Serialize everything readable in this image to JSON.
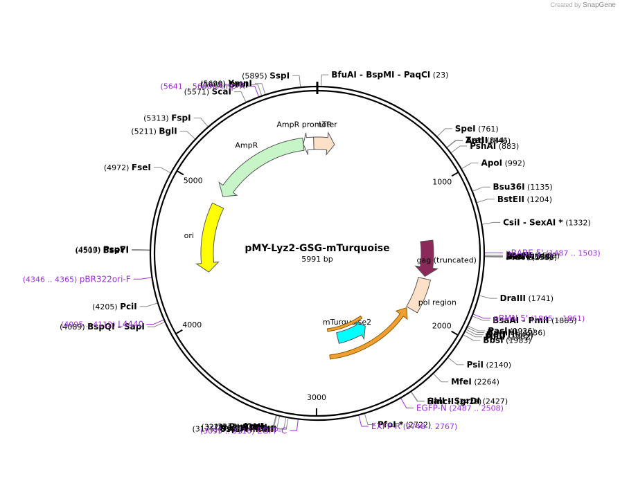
{
  "watermark": {
    "created_by": "Created by",
    "brand": "SnapGene"
  },
  "plasmid": {
    "name": "pMY-Lyz2-GSG-mTurquoise",
    "length_label": "5991 bp",
    "length": 5991
  },
  "colors": {
    "primer": "#9b30d6",
    "enzyme": "#000000",
    "ampr": "#c8f5c8",
    "ltr": "#fde0c8",
    "ori": "#ffff00",
    "gag": "#8b2a5a",
    "pol": "#fde0c8",
    "mturq": "#00ffff",
    "promoter": "#ffffff"
  },
  "ticks": [
    {
      "label": "1000",
      "pos": 1000
    },
    {
      "label": "2000",
      "pos": 2000
    },
    {
      "label": "3000",
      "pos": 3000
    },
    {
      "label": "4000",
      "pos": 4000
    },
    {
      "label": "5000",
      "pos": 5000
    }
  ],
  "features": [
    {
      "name": "LTR",
      "start": 5960,
      "end": 150,
      "dir": 1,
      "ring": 0,
      "color": "#fde0c8"
    },
    {
      "name": "AmpR promoter",
      "start": 5870,
      "end": 5960,
      "dir": -1,
      "ring": 0,
      "color": "#ffffff"
    },
    {
      "name": "AmpR",
      "start": 5010,
      "end": 5870,
      "dir": -1,
      "ring": 0,
      "color": "#c8f5c8"
    },
    {
      "name": "ori",
      "start": 4330,
      "end": 4920,
      "dir": -1,
      "ring": 0,
      "color": "#ffff00"
    },
    {
      "name": "gag (truncated)",
      "start": 1390,
      "end": 1700,
      "dir": 1,
      "ring": 0,
      "color": "#8b2a5a"
    },
    {
      "name": "pol region",
      "start": 1720,
      "end": 2010,
      "dir": 0,
      "ring": 0,
      "color": "#fde0c8"
    },
    {
      "name": "mTurquoise2",
      "start": 2440,
      "end": 2770,
      "dir": -1,
      "ring": 1,
      "color": "#00ffff"
    }
  ],
  "enzymes": [
    {
      "name": "SspI",
      "pos": "5895",
      "label": "(5895)"
    },
    {
      "name": "BfuAI - BspMI - PaqCI",
      "pos": "23",
      "label": "(23)"
    },
    {
      "name": "XmnI",
      "pos": "5690",
      "label": "(5690)"
    },
    {
      "name": "DraI",
      "pos": "5668",
      "label": "(5668)"
    },
    {
      "name": "ScaI",
      "pos": "5571",
      "label": "(5571)"
    },
    {
      "name": "FspI",
      "pos": "5313",
      "label": "(5313)"
    },
    {
      "name": "BglI",
      "pos": "5211",
      "label": "(5211)"
    },
    {
      "name": "FseI",
      "pos": "4972",
      "label": "(4972)"
    },
    {
      "name": "PspFI",
      "pos": "4513",
      "label": "(4513)"
    },
    {
      "name": "BseYI",
      "pos": "4509",
      "label": "(4509)"
    },
    {
      "name": "PciI",
      "pos": "4205",
      "label": "(4205)"
    },
    {
      "name": "BspQI - SapI",
      "pos": "4089",
      "label": "(4089)"
    },
    {
      "name": "ApaI",
      "pos": "3233",
      "label": "(3233)"
    },
    {
      "name": "PspOMI",
      "pos": "3229",
      "label": "(3229)"
    },
    {
      "name": "BstXI",
      "pos": "3212",
      "label": "(3212)"
    },
    {
      "name": "BspDI - ClaI",
      "pos": "3175",
      "label": "(3175)"
    },
    {
      "name": "HindIII",
      "pos": "3162",
      "label": "(3162)"
    },
    {
      "name": "SpeI",
      "pos": "761",
      "label": "(761)"
    },
    {
      "name": "ZraI",
      "pos": "844",
      "label": "(844)"
    },
    {
      "name": "AatII",
      "pos": "846",
      "label": "(846)"
    },
    {
      "name": "PshAI",
      "pos": "883",
      "label": "(883)"
    },
    {
      "name": "ApoI",
      "pos": "992",
      "label": "(992)"
    },
    {
      "name": "Bsu36I",
      "pos": "1135",
      "label": "(1135)"
    },
    {
      "name": "BstEII",
      "pos": "1204",
      "label": "(1204)"
    },
    {
      "name": "CsiI - SexAI *",
      "pos": "1332",
      "label": "(1332)"
    },
    {
      "name": "EcoNI",
      "pos": "1509",
      "label": "(1509)"
    },
    {
      "name": "KasI",
      "pos": "1514",
      "label": "(1514)"
    },
    {
      "name": "NarI",
      "pos": "1515",
      "label": "(1515)"
    },
    {
      "name": "SfoI",
      "pos": "1516",
      "label": "(1516)"
    },
    {
      "name": "PluTI",
      "pos": "1518",
      "label": "(1518)"
    },
    {
      "name": "DraIII",
      "pos": "1741",
      "label": "(1741)"
    },
    {
      "name": "BsaAI - PmlI",
      "pos": "1865",
      "label": "(1865)"
    },
    {
      "name": "PacI",
      "pos": "1926",
      "label": "(1926)"
    },
    {
      "name": "BamHI",
      "pos": "1936",
      "label": "(1936)"
    },
    {
      "name": "NotI",
      "pos": "1949",
      "label": "(1949)"
    },
    {
      "name": "MluI",
      "pos": "1962",
      "label": "(1962)"
    },
    {
      "name": "BbsI",
      "pos": "1983",
      "label": "(1983)"
    },
    {
      "name": "PsiI",
      "pos": "2140",
      "label": "(2140)"
    },
    {
      "name": "MfeI",
      "pos": "2264",
      "label": "(2264)"
    },
    {
      "name": "SalI - SgrDI",
      "pos": "2427",
      "label": "(2427)"
    },
    {
      "name": "HincII",
      "pos": "2429",
      "label": "(2429)"
    },
    {
      "name": "PfoI *",
      "pos": "2722",
      "label": "(2722)"
    }
  ],
  "primers": [
    {
      "name": "Amp-R",
      "range": "(5641 .. 5660)",
      "pos": 5650
    },
    {
      "name": "pBR322ori-F",
      "range": "(4346 .. 4365)",
      "pos": 4355
    },
    {
      "name": "L4440",
      "range": "(4095 .. 4112)",
      "pos": 4103
    },
    {
      "name": "EGFP-C",
      "range": "(3095 .. 3116)",
      "pos": 3105
    },
    {
      "name": "EXFP-R",
      "range": "(2748 .. 2767)",
      "pos": 2757
    },
    {
      "name": "EGFP-N",
      "range": "(2487 .. 2508)",
      "pos": 2497
    },
    {
      "name": "pBMN 5'",
      "range": "(1845 .. 1861)",
      "pos": 1853
    },
    {
      "name": "pBABE 5'",
      "range": "(1487 .. 1503)",
      "pos": 1495
    }
  ]
}
